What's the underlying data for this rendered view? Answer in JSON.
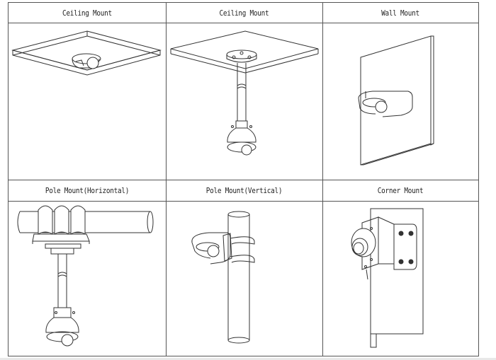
{
  "table": {
    "rows": [
      {
        "cells": [
          {
            "label": "Ceiling Mount",
            "illustration": "ceiling-mount-direct-icon"
          },
          {
            "label": "Ceiling Mount",
            "illustration": "ceiling-mount-pendant-icon"
          },
          {
            "label": "Wall Mount",
            "illustration": "wall-mount-icon"
          }
        ]
      },
      {
        "cells": [
          {
            "label": "Pole Mount(Horizontal)",
            "illustration": "pole-mount-horizontal-icon"
          },
          {
            "label": "Pole Mount(Vertical)",
            "illustration": "pole-mount-vertical-icon"
          },
          {
            "label": "Corner Mount",
            "illustration": "corner-mount-icon"
          }
        ]
      }
    ]
  },
  "colors": {
    "line": "#555555",
    "drawing": "#333333",
    "background": "#ffffff"
  }
}
